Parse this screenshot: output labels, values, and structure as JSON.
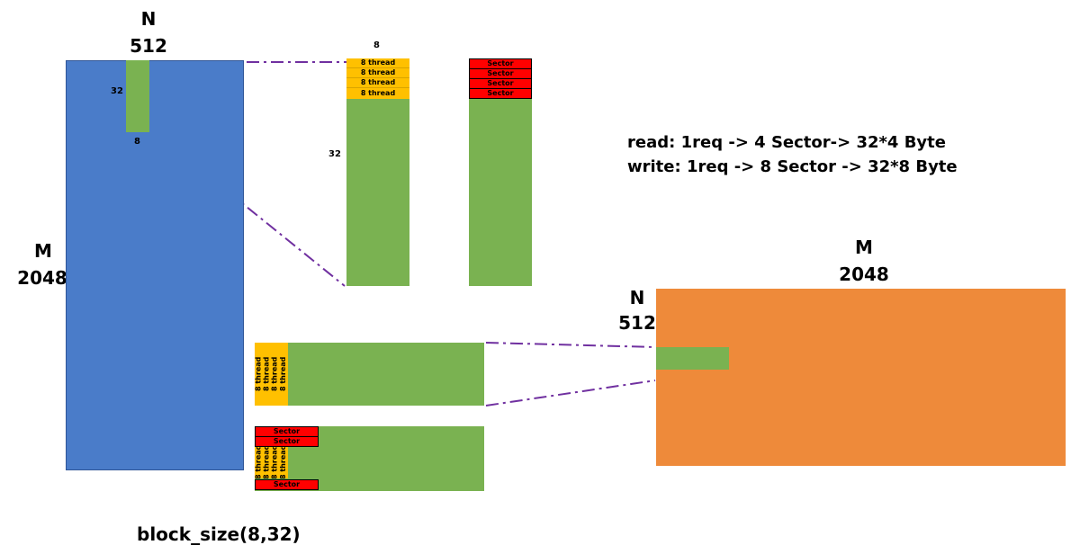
{
  "left_matrix": {
    "n_label": "N",
    "n_value": "512",
    "m_label": "M",
    "m_value": "2048",
    "color": "#4a7cc9",
    "block": {
      "height_label": "32",
      "width_label": "8",
      "color": "#7ab251"
    }
  },
  "read_block": {
    "width_label": "8",
    "height_label": "32",
    "thread_rows": [
      "8 thread",
      "8 thread",
      "8 thread",
      "8 thread"
    ],
    "sector_rows": [
      "Sector",
      "Sector",
      "Sector",
      "Sector"
    ]
  },
  "write_block": {
    "thread_cols": [
      "8 thread",
      "8 thread",
      "8 thread",
      "8 thread"
    ],
    "sector_rows_top": [
      "Sector",
      "Sector"
    ],
    "sector_rows_bottom": [
      "Sector"
    ]
  },
  "info": {
    "read": "read: 1req -> 4 Sector-> 32*4 Byte",
    "write": "write: 1req -> 8 Sector -> 32*8 Byte"
  },
  "right_matrix": {
    "m_label": "M",
    "m_value": "2048",
    "n_label": "N",
    "n_value": "512",
    "color": "#ee8a3a"
  },
  "block_size": "block_size(8,32)",
  "colors": {
    "yellow": "#ffc000",
    "red": "#ff0000",
    "green": "#7ab251",
    "connector": "#7030a0"
  }
}
